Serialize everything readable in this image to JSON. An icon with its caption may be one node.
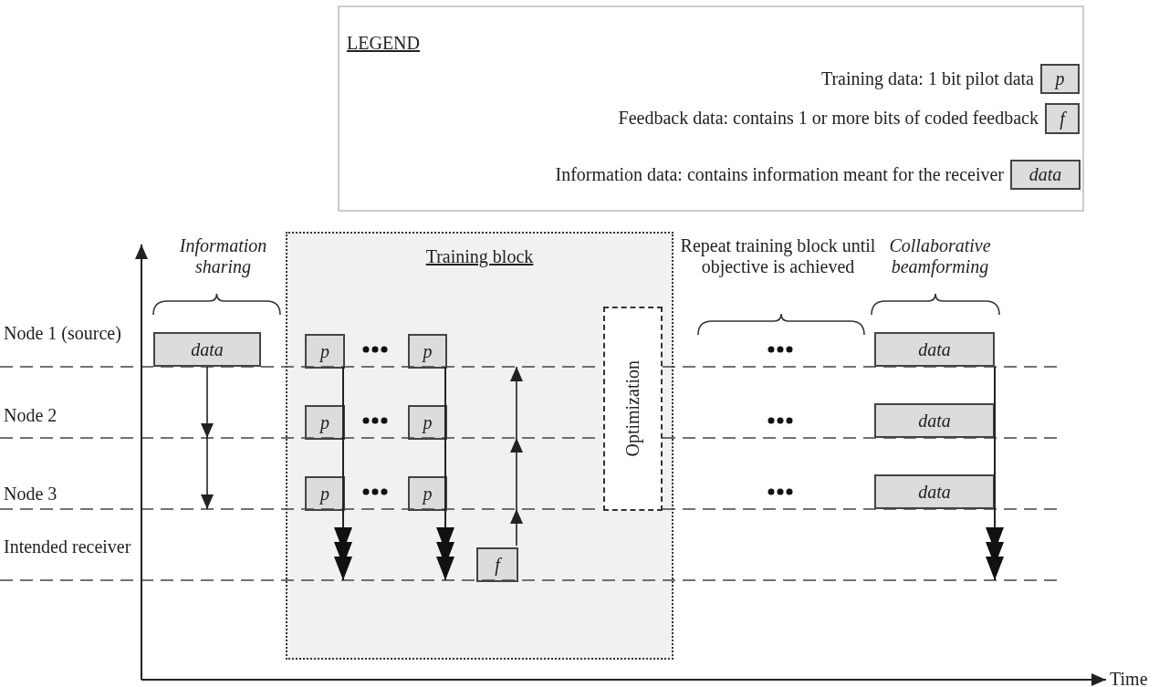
{
  "diagram": {
    "nodes": [
      {
        "text": [
          "p"
        ]
      },
      {
        "text": [
          "f"
        ]
      },
      {
        "text": [
          "data"
        ]
      },
      {
        "text": [
          "data"
        ]
      },
      {
        "text": [
          "Training block"
        ]
      },
      {
        "text": [
          "p"
        ],
        "in": 4
      },
      {
        "text": [
          "p"
        ],
        "in": 4
      },
      {
        "text": [
          "p"
        ],
        "in": 4
      },
      {
        "text": [
          "p"
        ],
        "in": 4
      },
      {
        "text": [
          "p"
        ],
        "in": 4
      },
      {
        "text": [
          "p"
        ],
        "in": 4
      },
      {
        "text": [
          "f"
        ],
        "in": 4
      },
      {
        "text": [
          "Optimization"
        ],
        "in": 4
      },
      {
        "text": [
          "data"
        ]
      },
      {
        "text": [
          "data"
        ]
      },
      {
        "text": [
          "data"
        ]
      }
    ],
    "edges": [
      {
        "from": 3,
        "to": null,
        "arrow": "to"
      },
      {
        "from": 5,
        "to": null,
        "arrow": "to"
      },
      {
        "from": 7,
        "to": null,
        "arrow": "to"
      },
      {
        "from": 9,
        "to": null,
        "arrow": "to"
      },
      {
        "from": 6,
        "to": null,
        "arrow": "to"
      },
      {
        "from": 8,
        "to": null,
        "arrow": "to"
      },
      {
        "from": 10,
        "to": null,
        "arrow": "to"
      },
      {
        "from": 11,
        "to": null,
        "arrow": "to"
      },
      {
        "from": 13,
        "to": null,
        "arrow": "to"
      },
      {
        "from": 14,
        "to": null,
        "arrow": "to"
      },
      {
        "from": 15,
        "to": null,
        "arrow": "to"
      }
    ],
    "labels": [
      "LEGEND",
      "Node 1 (source)",
      "Node 2",
      "Node 3",
      "Intended receiver",
      "Information sharing",
      "Repeat training block until objective is achieved",
      "Collaborative beamforming",
      "Time"
    ],
    "legend": [
      {
        "text": "Training data: 1 bit pilot data"
      },
      {
        "text": "Feedback data: contains 1 or more bits of coded feedback"
      },
      {
        "text": "Information data: contains information meant for the receiver"
      }
    ]
  }
}
